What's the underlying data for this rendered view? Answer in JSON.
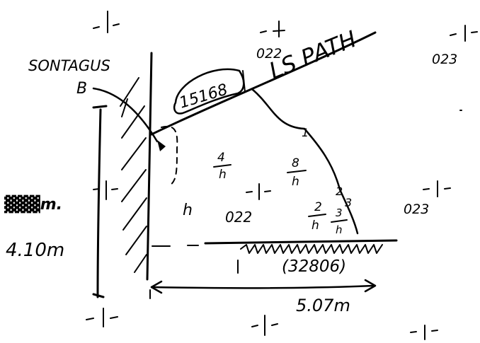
{
  "labels": {
    "sontagus": "SONTAGUS",
    "b": "B",
    "ref_15168": "15168",
    "ls_path": "LS PATH",
    "grid_022_top": "022",
    "grid_023_top": "023",
    "grid_023_mid": "023",
    "grid_022_mid": "022",
    "ref_32806": "(32806)",
    "dim_height": "4.10m",
    "dim_width": "5.07m",
    "tree_1": "1",
    "tree_2": "2",
    "tree_3": "3",
    "frac_4": "4",
    "frac_8": "8",
    "frac_2": "2",
    "frac_3": "3",
    "frac_den": "h",
    "tree_h": "h"
  },
  "colors": {
    "ink": "#000000",
    "paper": "#ffffff"
  }
}
